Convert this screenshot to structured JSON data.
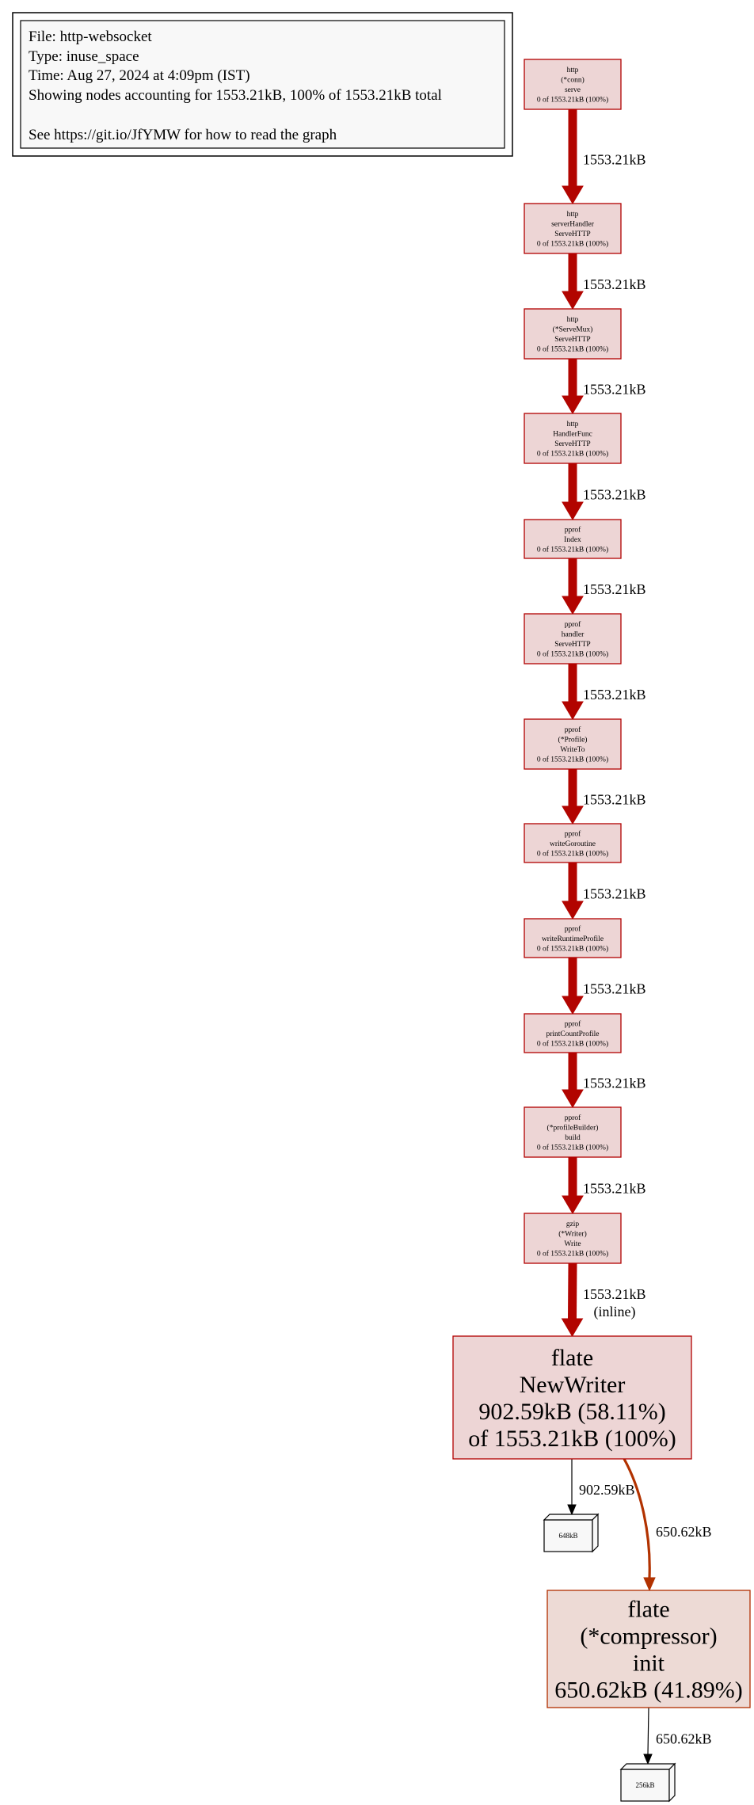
{
  "legend": {
    "lines": [
      "File: http-websocket",
      "Type: inuse_space",
      "Time: Aug 27, 2024 at 4:09pm (IST)",
      "Showing nodes accounting for 1553.21kB, 100% of 1553.21kB total",
      "",
      "See https://git.io/JfYMW for how to read the graph"
    ]
  },
  "colors": {
    "hot_edge": "#b20400",
    "warm_edge": "#b23200",
    "cold_edge": "#000000",
    "hot_border": "#b20000",
    "hot_fill": "#edd5d5",
    "warm_border": "#b22e00",
    "warm_fill": "#eddad5",
    "leaf_fill": "#f8f8f8",
    "leaf_border": "#000000"
  },
  "nodes": [
    {
      "id": "n1",
      "kind": "small",
      "lines": [
        "http",
        "(*conn)",
        "serve",
        "0 of 1553.21kB (100%)"
      ]
    },
    {
      "id": "n2",
      "kind": "small",
      "lines": [
        "http",
        "serverHandler",
        "ServeHTTP",
        "0 of 1553.21kB (100%)"
      ]
    },
    {
      "id": "n3",
      "kind": "small",
      "lines": [
        "http",
        "(*ServeMux)",
        "ServeHTTP",
        "0 of 1553.21kB (100%)"
      ]
    },
    {
      "id": "n4",
      "kind": "small",
      "lines": [
        "http",
        "HandlerFunc",
        "ServeHTTP",
        "0 of 1553.21kB (100%)"
      ]
    },
    {
      "id": "n5",
      "kind": "small",
      "lines": [
        "pprof",
        "Index",
        "0 of 1553.21kB (100%)"
      ]
    },
    {
      "id": "n6",
      "kind": "small",
      "lines": [
        "pprof",
        "handler",
        "ServeHTTP",
        "0 of 1553.21kB (100%)"
      ]
    },
    {
      "id": "n7",
      "kind": "small",
      "lines": [
        "pprof",
        "(*Profile)",
        "WriteTo",
        "0 of 1553.21kB (100%)"
      ]
    },
    {
      "id": "n8",
      "kind": "small",
      "lines": [
        "pprof",
        "writeGoroutine",
        "0 of 1553.21kB (100%)"
      ]
    },
    {
      "id": "n9",
      "kind": "small",
      "lines": [
        "pprof",
        "writeRuntimeProfile",
        "0 of 1553.21kB (100%)"
      ]
    },
    {
      "id": "n10",
      "kind": "small",
      "lines": [
        "pprof",
        "printCountProfile",
        "0 of 1553.21kB (100%)"
      ]
    },
    {
      "id": "n11",
      "kind": "small",
      "lines": [
        "pprof",
        "(*profileBuilder)",
        "build",
        "0 of 1553.21kB (100%)"
      ]
    },
    {
      "id": "n12",
      "kind": "small",
      "lines": [
        "gzip",
        "(*Writer)",
        "Write",
        "0 of 1553.21kB (100%)"
      ]
    },
    {
      "id": "n13",
      "kind": "big",
      "lines": [
        "flate",
        "NewWriter",
        "902.59kB (58.11%)",
        "of 1553.21kB (100%)"
      ]
    },
    {
      "id": "n14",
      "kind": "big_warm",
      "lines": [
        "flate",
        "(*compressor)",
        "init",
        "650.62kB (41.89%)"
      ]
    },
    {
      "id": "leaf1",
      "kind": "leaf",
      "lines": [
        "648kB"
      ]
    },
    {
      "id": "leaf2",
      "kind": "leaf",
      "lines": [
        "256kB"
      ]
    }
  ],
  "edges": [
    {
      "from": "n1",
      "to": "n2",
      "weight": "hot",
      "label": [
        "1553.21kB"
      ]
    },
    {
      "from": "n2",
      "to": "n3",
      "weight": "hot",
      "label": [
        "1553.21kB"
      ]
    },
    {
      "from": "n3",
      "to": "n4",
      "weight": "hot",
      "label": [
        "1553.21kB"
      ]
    },
    {
      "from": "n4",
      "to": "n5",
      "weight": "hot",
      "label": [
        "1553.21kB"
      ]
    },
    {
      "from": "n5",
      "to": "n6",
      "weight": "hot",
      "label": [
        "1553.21kB"
      ]
    },
    {
      "from": "n6",
      "to": "n7",
      "weight": "hot",
      "label": [
        "1553.21kB"
      ]
    },
    {
      "from": "n7",
      "to": "n8",
      "weight": "hot",
      "label": [
        "1553.21kB"
      ]
    },
    {
      "from": "n8",
      "to": "n9",
      "weight": "hot",
      "label": [
        "1553.21kB"
      ]
    },
    {
      "from": "n9",
      "to": "n10",
      "weight": "hot",
      "label": [
        "1553.21kB"
      ]
    },
    {
      "from": "n10",
      "to": "n11",
      "weight": "hot",
      "label": [
        "1553.21kB"
      ]
    },
    {
      "from": "n11",
      "to": "n12",
      "weight": "hot",
      "label": [
        "1553.21kB"
      ]
    },
    {
      "from": "n12",
      "to": "n13",
      "weight": "hot",
      "label": [
        "1553.21kB",
        "(inline)"
      ]
    },
    {
      "from": "n13",
      "to": "leaf1",
      "weight": "cold",
      "label": [
        "902.59kB"
      ]
    },
    {
      "from": "n13",
      "to": "n14",
      "weight": "warm",
      "label": [
        "650.62kB"
      ]
    },
    {
      "from": "n14",
      "to": "leaf2",
      "weight": "cold",
      "label": [
        "650.62kB"
      ]
    }
  ]
}
